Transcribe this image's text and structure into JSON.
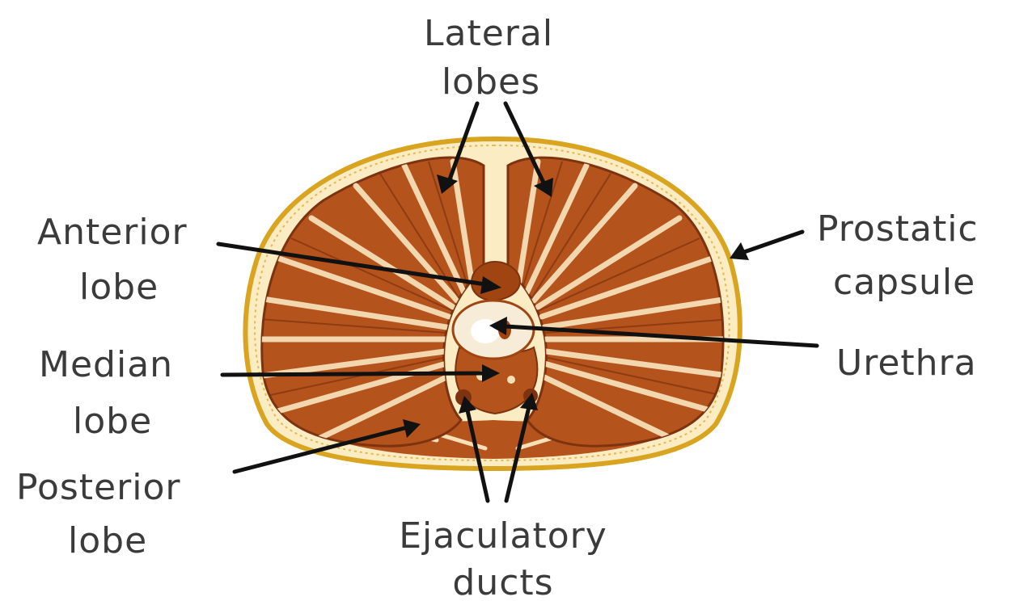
{
  "labels": {
    "lateral_l1": "Lateral",
    "lateral_l2": "lobes",
    "anterior_l1": "Anterior",
    "anterior_l2": "lobe",
    "median_l1": "Median",
    "median_l2": "lobe",
    "posterior_l1": "Posterior",
    "posterior_l2": "lobe",
    "prostatic_l1": "Prostatic",
    "prostatic_l2": "capsule",
    "urethra": "Urethra",
    "ejaculatory_l1": "Ejaculatory",
    "ejaculatory_l2": "ducts"
  },
  "colors": {
    "capsule_fill": "#fbecc4",
    "capsule_border": "#d9a520",
    "lobe_fill": "#b5531c",
    "lobe_dark": "#7d3210",
    "streak": "#f7dfb7",
    "urethra_fill": "#f6ecd7",
    "label_text": "#3b3b3b",
    "arrow": "#111111"
  }
}
